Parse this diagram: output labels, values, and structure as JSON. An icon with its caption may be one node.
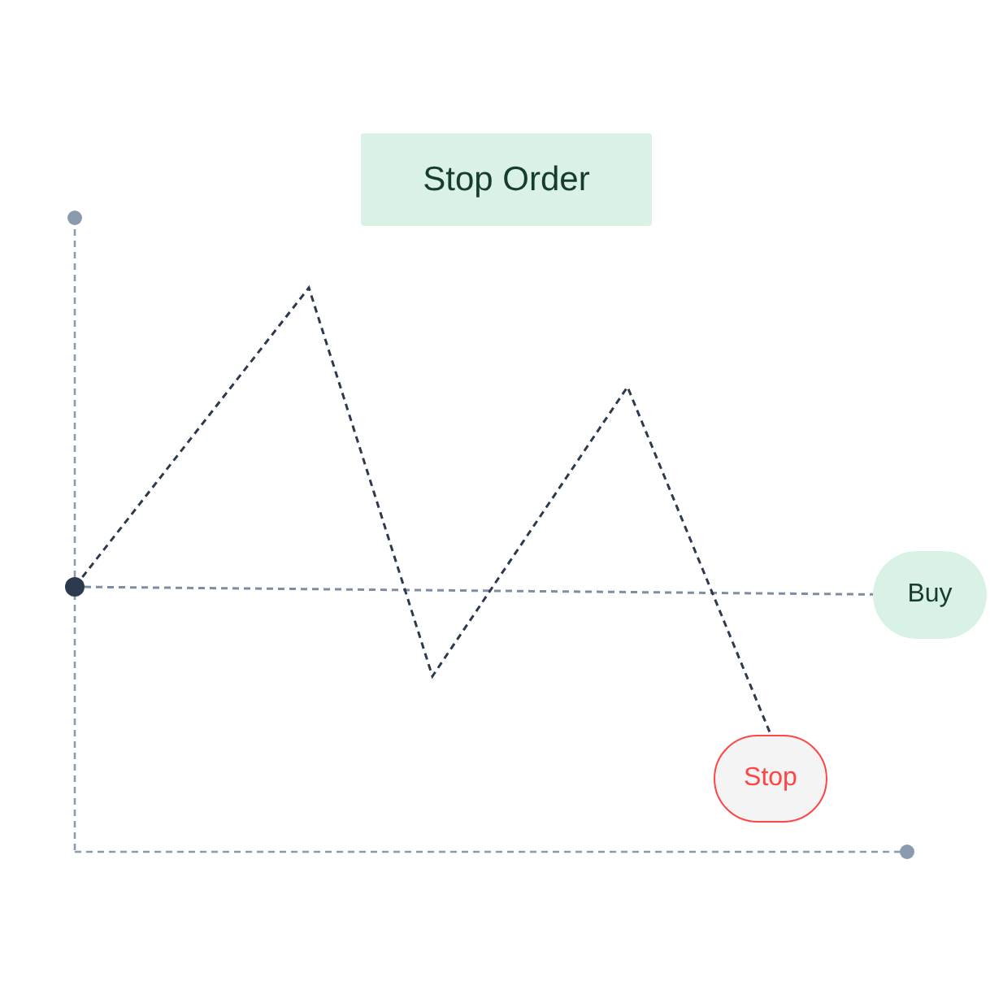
{
  "diagram": {
    "title": "Stop Order",
    "nodes": [
      {
        "text": [],
        "shape": "circle"
      },
      {
        "text": [
          "Buy"
        ]
      },
      {
        "text": [
          "Stop"
        ]
      }
    ],
    "edges": [
      {
        "from": 0,
        "to": 1,
        "arrow": "none",
        "style": "dashed",
        "color": "#7d8ea3"
      },
      {
        "from": 0,
        "to": 2,
        "arrow": "none",
        "style": "dashed",
        "color": "#2d3a4e"
      }
    ]
  }
}
